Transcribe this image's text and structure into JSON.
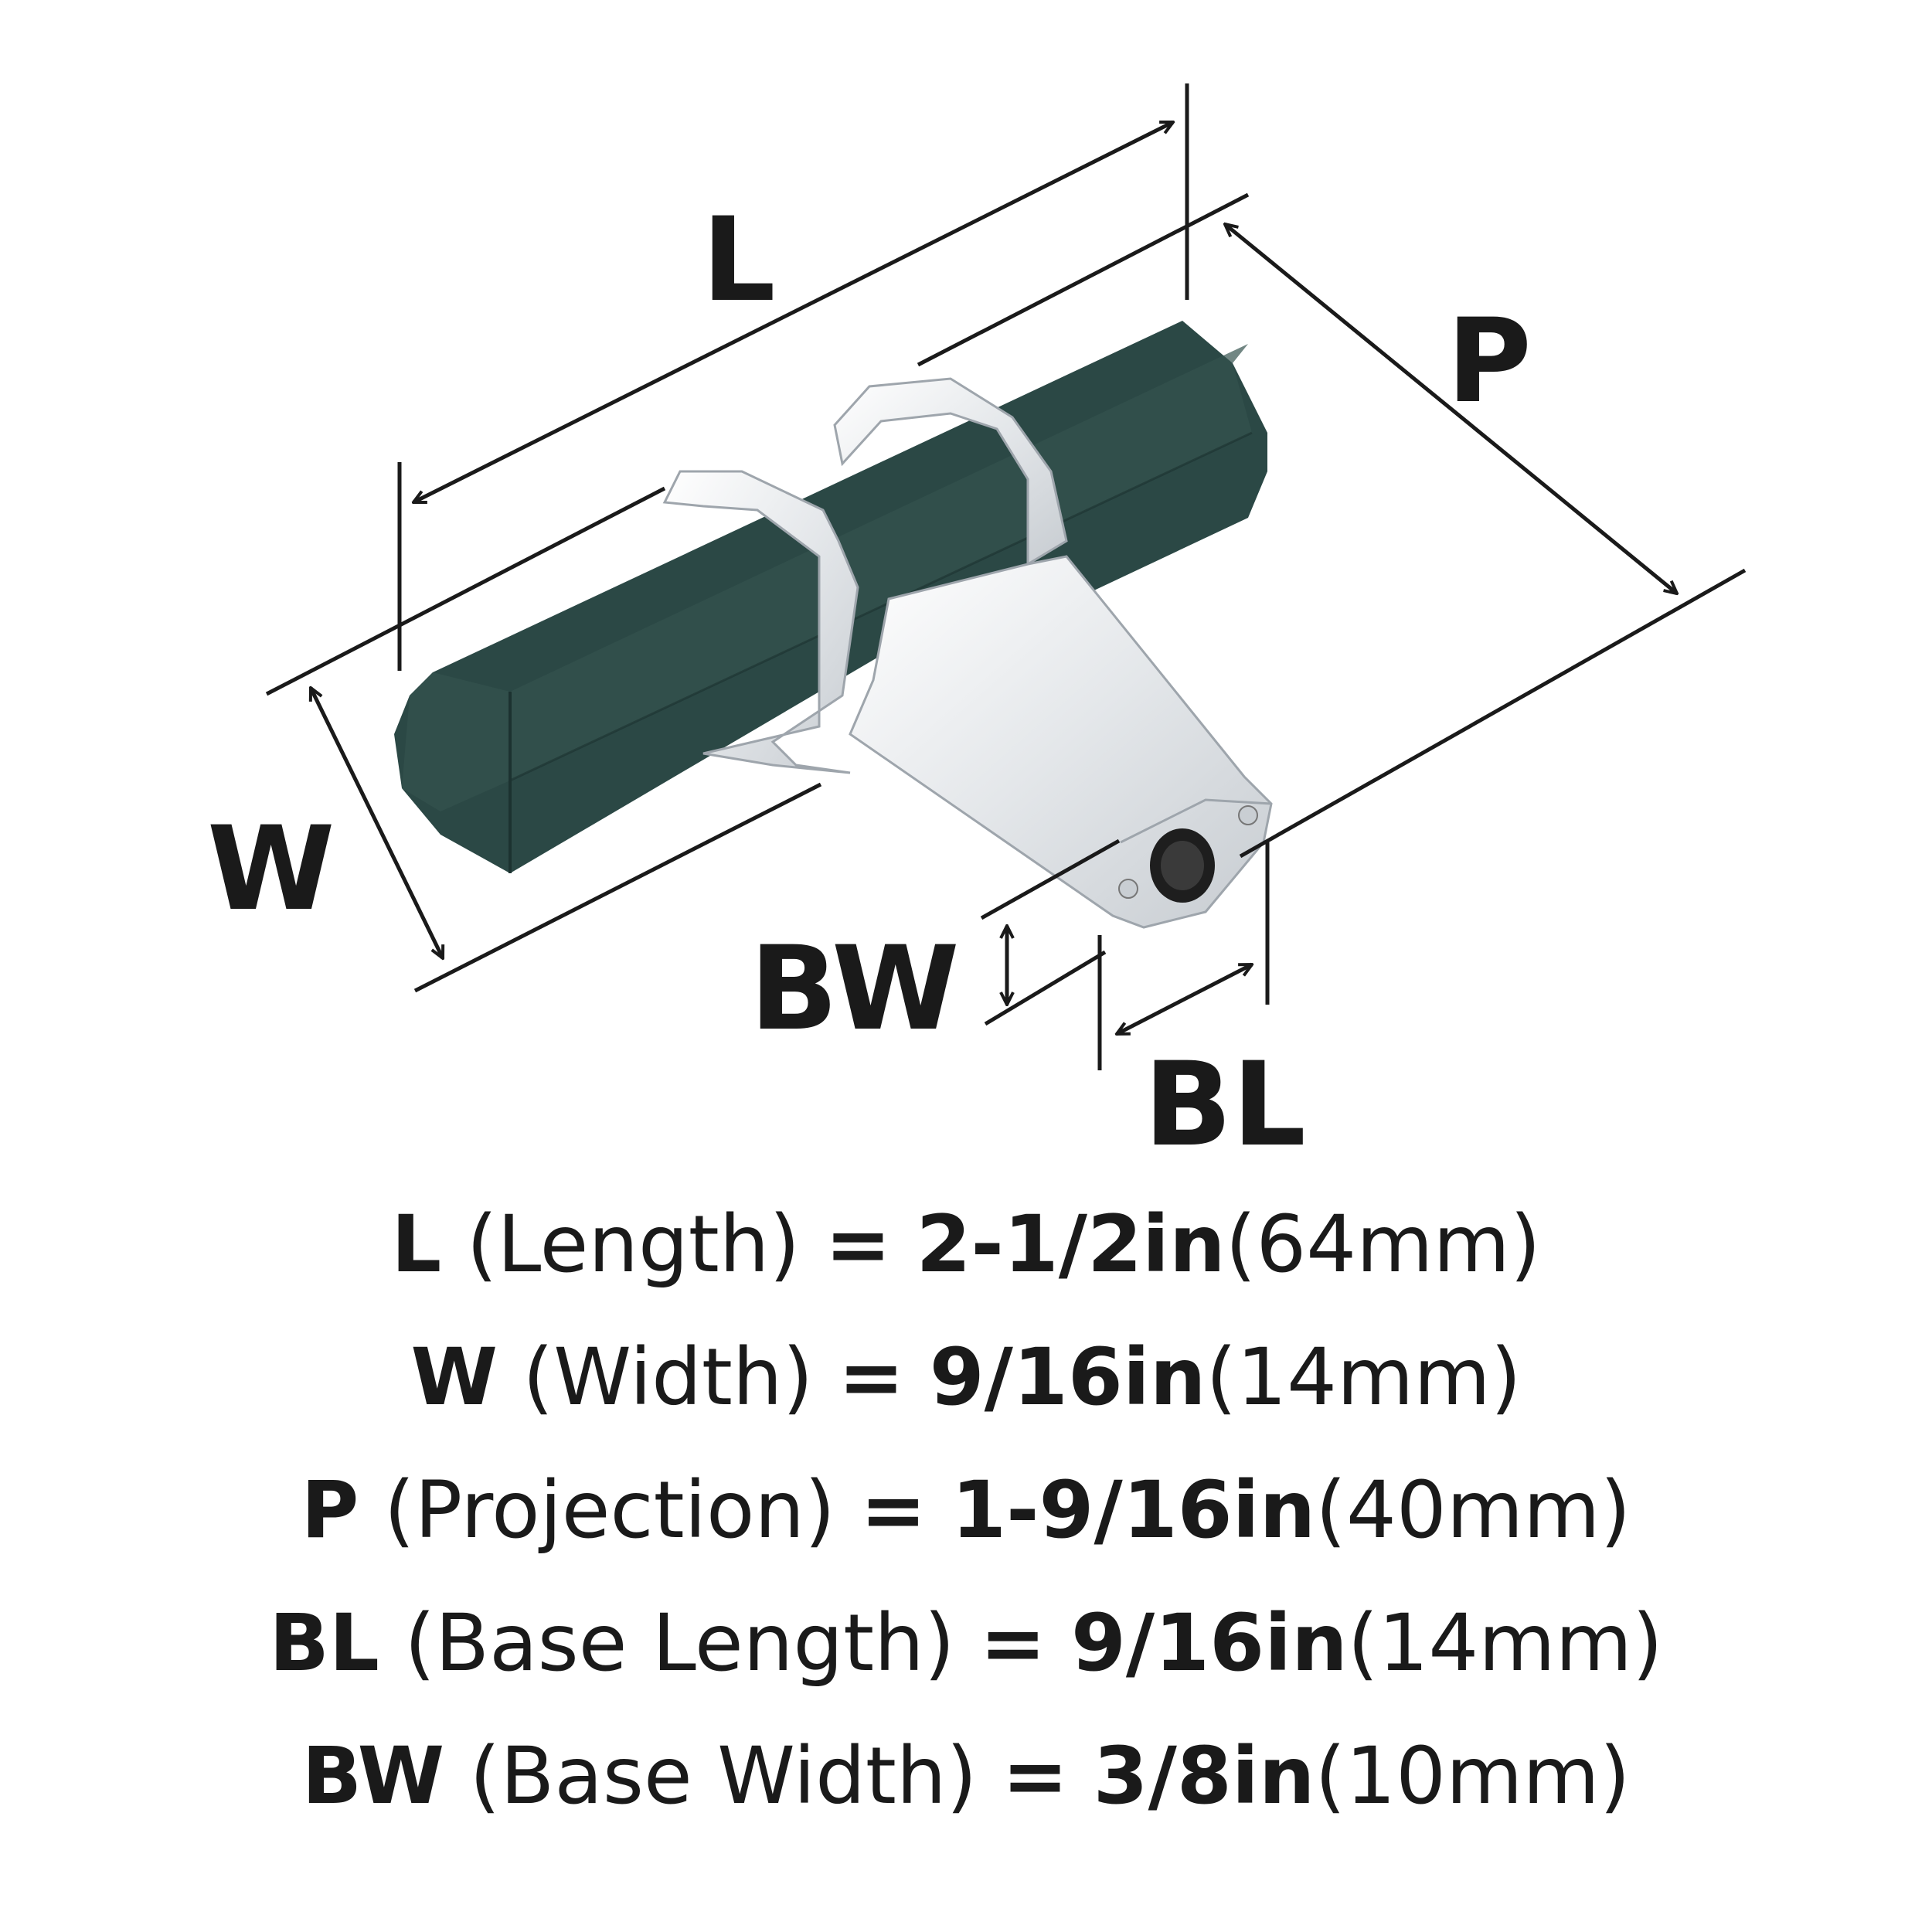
{
  "dimension_labels": {
    "L": "L",
    "P": "P",
    "W": "W",
    "BW": "BW",
    "BL": "BL"
  },
  "specs": [
    {
      "code": "L",
      "name": "(Length)",
      "eq": "=",
      "imperial": "2-1/2in",
      "metric": "(64mm)"
    },
    {
      "code": "W",
      "name": "(Width)",
      "eq": "=",
      "imperial": "9/16in",
      "metric": "(14mm)"
    },
    {
      "code": "P",
      "name": "(Projection)",
      "eq": "=",
      "imperial": "1-9/16in",
      "metric": "(40mm)"
    },
    {
      "code": "BL",
      "name": "(Base Length)",
      "eq": "=",
      "imperial": "9/16in",
      "metric": "(14mm)"
    },
    {
      "code": "BW",
      "name": "(Base Width)",
      "eq": "=",
      "imperial": "3/8in",
      "metric": "(10mm)"
    }
  ],
  "colors": {
    "background": "#ffffff",
    "ink": "#1a1a1a",
    "bar": "#2b4845",
    "bar_shadow": "#1c3230",
    "chrome": "#e9ecef",
    "chrome_dark": "#b8bec4"
  }
}
